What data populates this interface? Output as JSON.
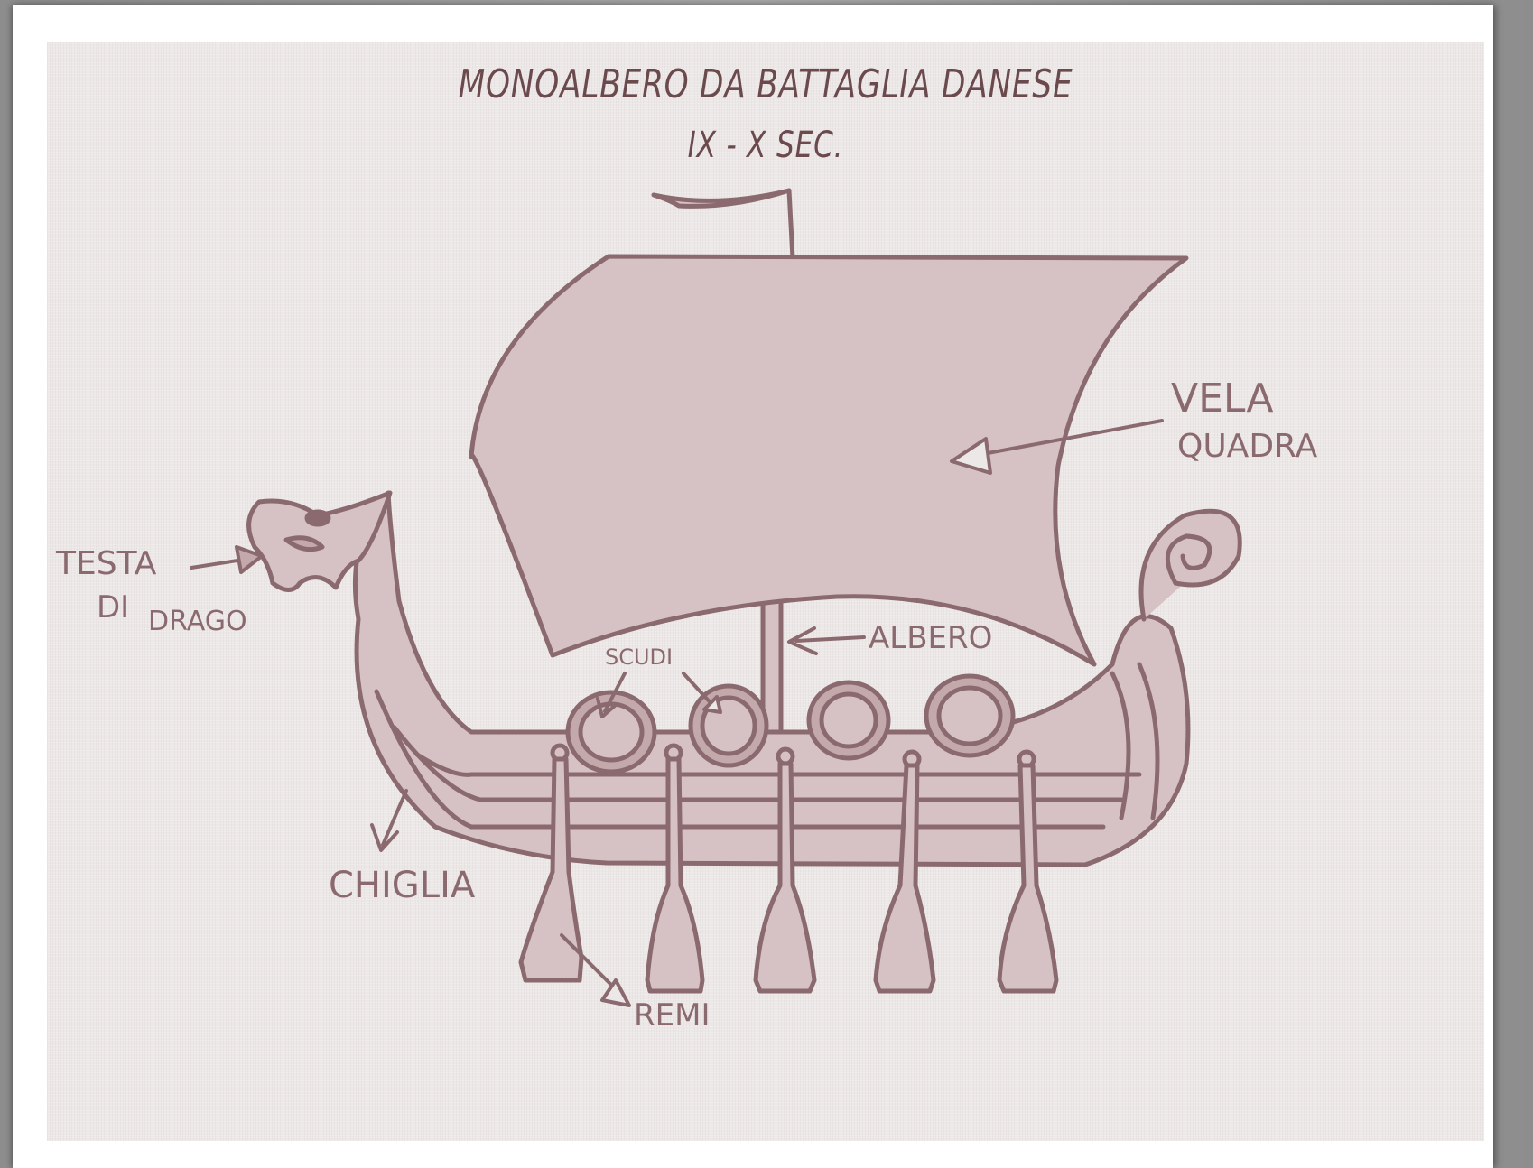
{
  "diagram": {
    "title_line1": "MONOALBERO DA BATTAGLIA DANESE",
    "title_line2": "IX - X SEC.",
    "labels": {
      "vela_line1": "VELA",
      "vela_line2": "QUADRA",
      "testa_line1": "TESTA",
      "testa_line2": "DI",
      "testa_line3": "DRAGO",
      "albero": "ALBERO",
      "scudi": "SCUDI",
      "chiglia": "CHIGLIA",
      "remi": "REMI"
    }
  },
  "colors": {
    "ink": "#8a6a6e",
    "fill": "#d6c2c4",
    "fill_dark": "#c4a9ac",
    "paper": "#ede8e8"
  }
}
